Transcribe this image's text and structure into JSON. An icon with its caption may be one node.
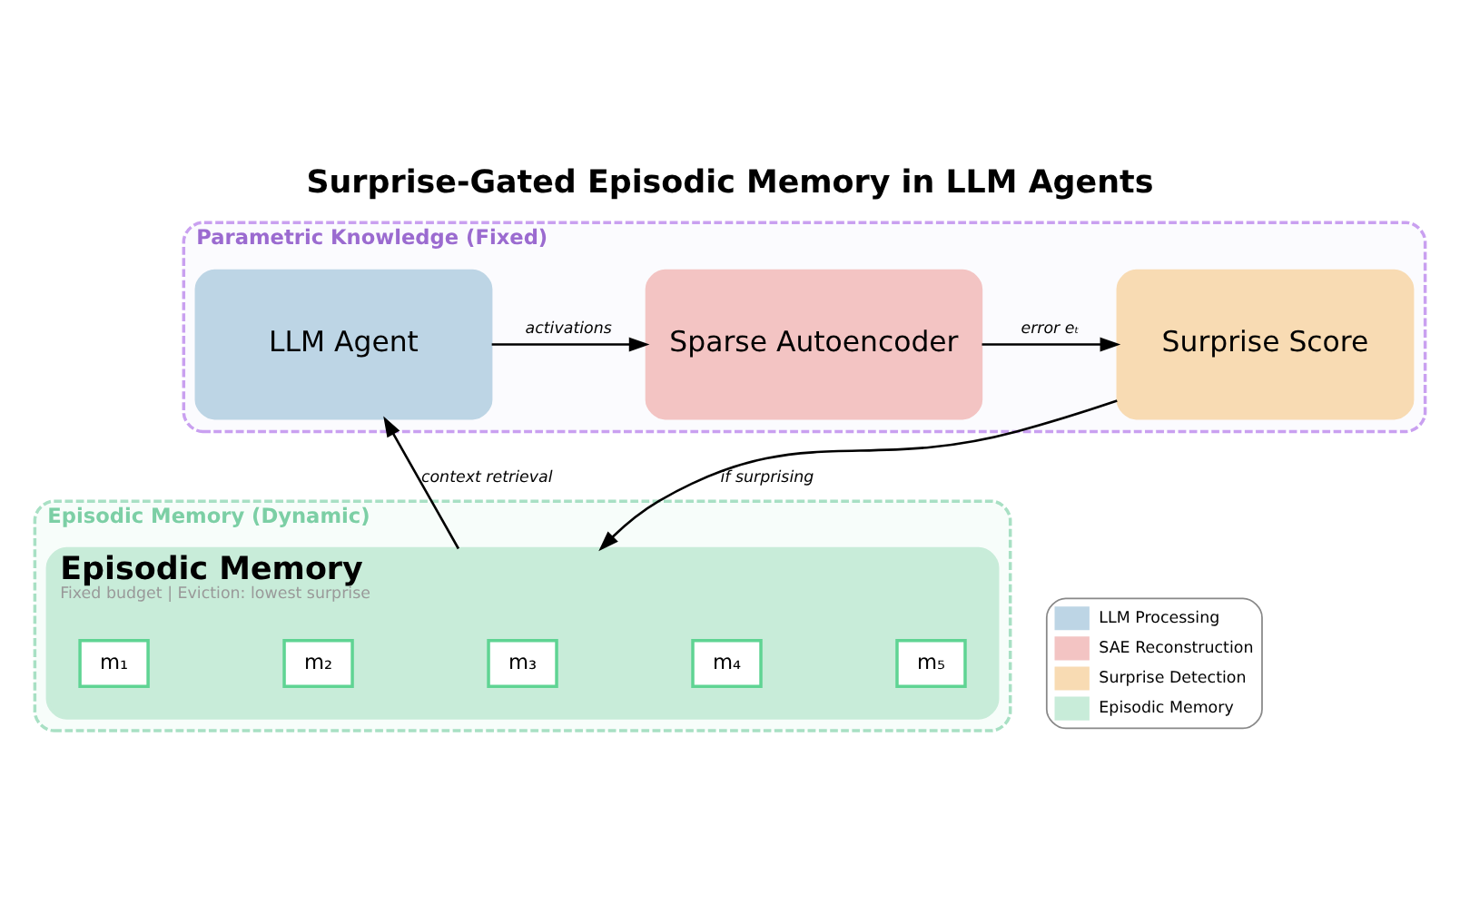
{
  "diagram": {
    "title": "Surprise-Gated Episodic Memory in LLM Agents",
    "nodes": [
      {
        "text": [
          "Parametric Knowledge (Fixed)"
        ]
      },
      {
        "text": [
          "LLM Agent"
        ],
        "in": 0
      },
      {
        "text": [
          "Sparse Autoencoder"
        ],
        "in": 0
      },
      {
        "text": [
          "Surprise Score"
        ],
        "in": 0
      },
      {
        "text": [
          "Episodic Memory (Dynamic)"
        ]
      },
      {
        "text": [
          "Episodic Memory",
          "Fixed budget | Eviction: lowest surprise"
        ],
        "in": 4
      },
      {
        "text": [
          "m₁"
        ],
        "in": 5
      },
      {
        "text": [
          "m₂"
        ],
        "in": 5
      },
      {
        "text": [
          "m₃"
        ],
        "in": 5
      },
      {
        "text": [
          "m₄"
        ],
        "in": 5
      },
      {
        "text": [
          "m₅"
        ],
        "in": 5
      }
    ],
    "edges": [
      {
        "from": 1,
        "to": 2,
        "arrow": "to",
        "label": "activations"
      },
      {
        "from": 2,
        "to": 3,
        "arrow": "to",
        "label": "error eₜ"
      },
      {
        "from": 3,
        "to": 5,
        "arrow": "to",
        "label": "if surprising"
      },
      {
        "from": 5,
        "to": 1,
        "arrow": "to",
        "label": "context retrieval"
      }
    ],
    "legend": [
      {
        "text": "LLM Processing",
        "color": "#bdd5e5"
      },
      {
        "text": "SAE Reconstruction",
        "color": "#f3c4c3"
      },
      {
        "text": "Surprise Detection",
        "color": "#f8dbb3"
      },
      {
        "text": "Episodic Memory",
        "color": "#c8ecd9"
      }
    ]
  }
}
